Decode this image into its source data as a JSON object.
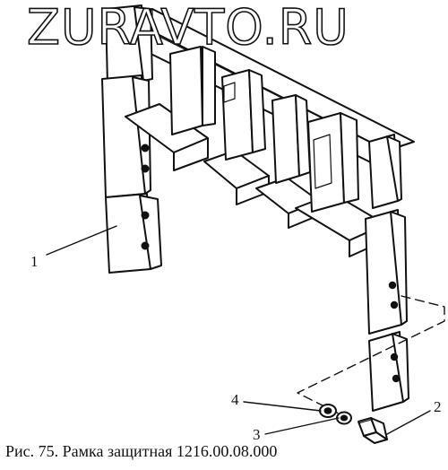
{
  "watermark": "ZURAVTO.RU",
  "caption": "Рис. 75. Рамка защитная 1216.00.08.000",
  "callouts": [
    {
      "id": "1",
      "label": "1"
    },
    {
      "id": "2",
      "label": "2"
    },
    {
      "id": "3",
      "label": "3"
    },
    {
      "id": "4",
      "label": "4"
    }
  ],
  "colors": {
    "ink": "#111111",
    "paper": "#ffffff"
  }
}
